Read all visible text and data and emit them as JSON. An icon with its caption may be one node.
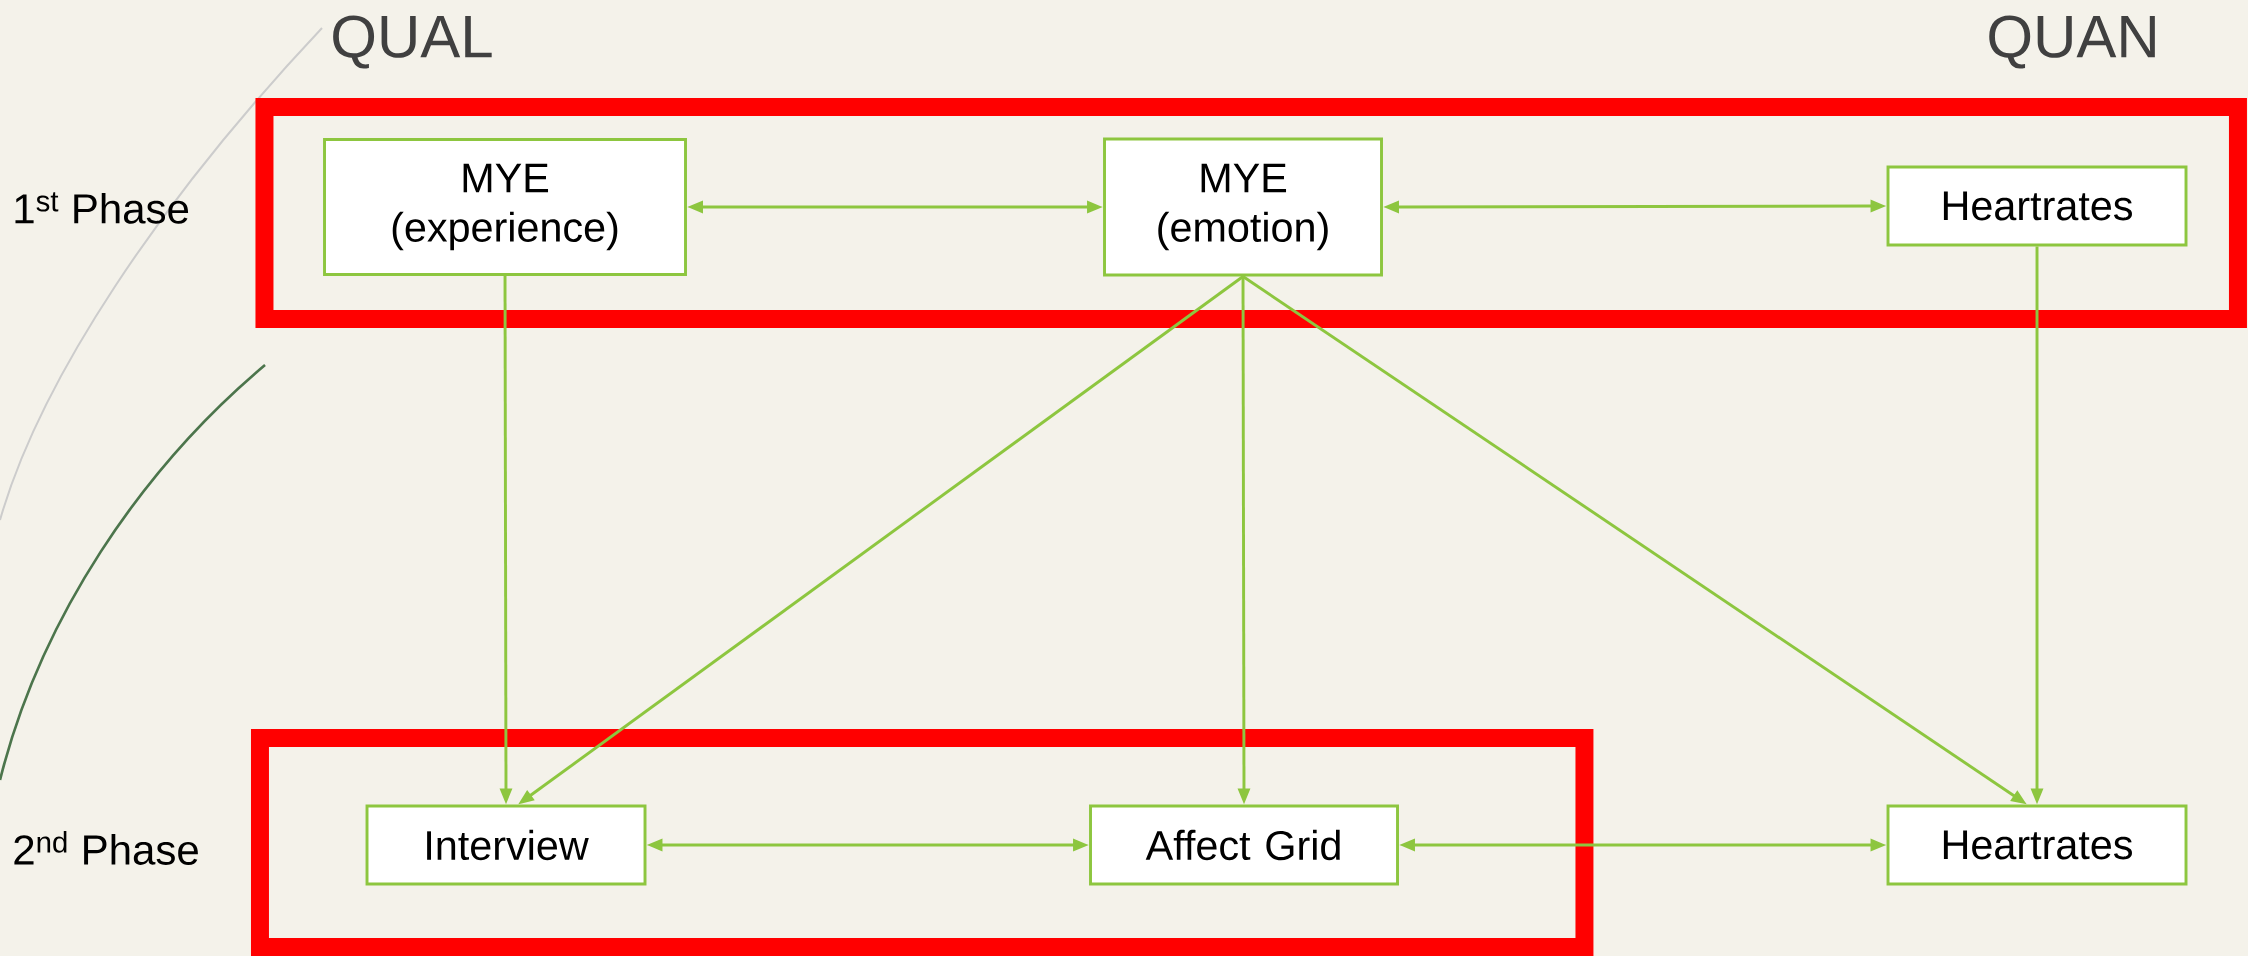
{
  "diagram": {
    "nodes": [
      {
        "text": [],
        "shape": "box"
      },
      {
        "text": [
          "MYE (experience)"
        ],
        "in": 0
      },
      {
        "text": [
          "MYE (emotion)"
        ],
        "in": 0
      },
      {
        "text": [
          "Heartrates"
        ],
        "in": 0
      },
      {
        "text": [],
        "shape": "box"
      },
      {
        "text": [
          "Interview"
        ],
        "in": 4
      },
      {
        "text": [
          "Affect Grid"
        ],
        "in": 4
      },
      {
        "text": [
          "Heartrates"
        ]
      }
    ],
    "edges": [
      {
        "from": 1,
        "to": 2,
        "arrow": "both"
      },
      {
        "from": 2,
        "to": 3,
        "arrow": "both"
      },
      {
        "from": 1,
        "to": 5,
        "arrow": "to"
      },
      {
        "from": 2,
        "to": 5,
        "arrow": "to"
      },
      {
        "from": 2,
        "to": 6,
        "arrow": "to"
      },
      {
        "from": 2,
        "to": 7,
        "arrow": "to"
      },
      {
        "from": 3,
        "to": 7,
        "arrow": "to"
      },
      {
        "from": 5,
        "to": 6,
        "arrow": "both"
      },
      {
        "from": 6,
        "to": 7,
        "arrow": "both"
      }
    ],
    "labels": [
      "QUAL",
      "QUAN",
      "1$^{st}$ Phase",
      "2$^{nd}$ Phase"
    ]
  }
}
